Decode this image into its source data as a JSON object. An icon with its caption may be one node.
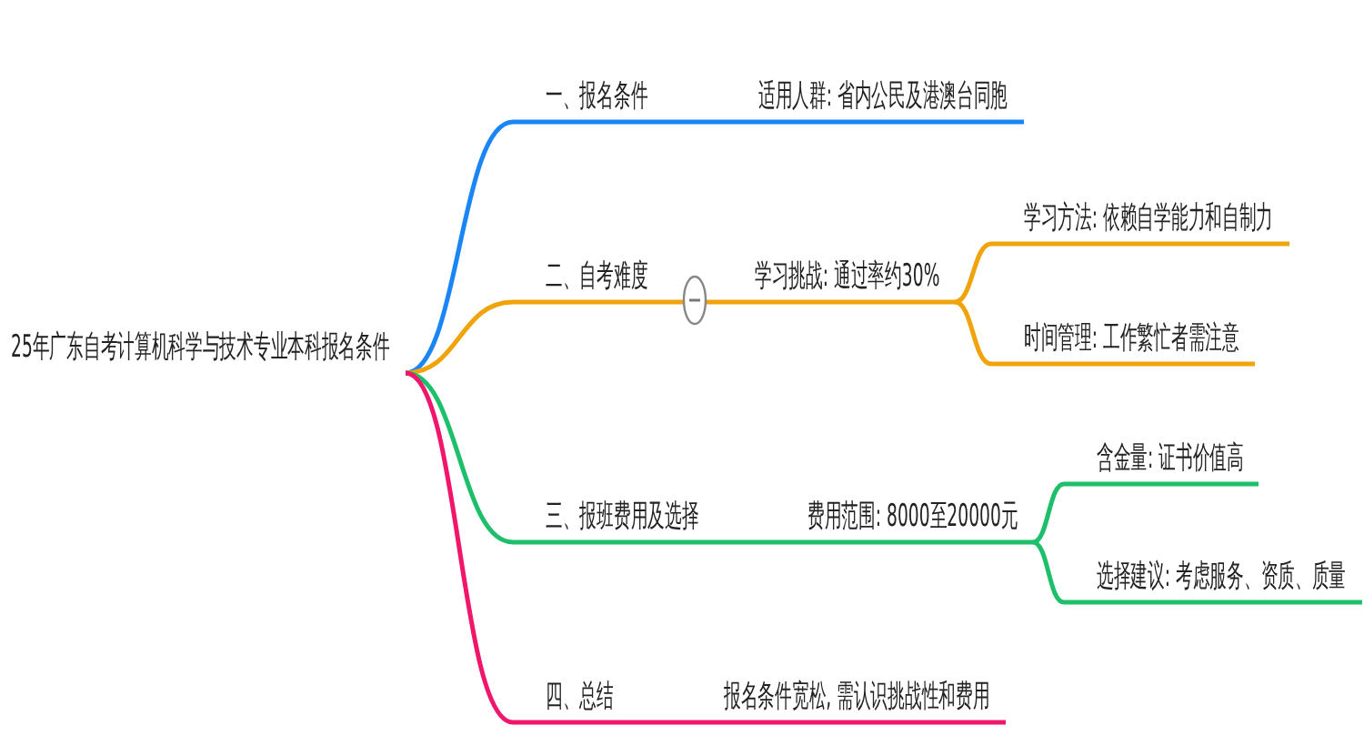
{
  "diagram": {
    "nodes": [
      {
        "text": [
          "25年广东自考计算机科学与技术专业本科报名条件"
        ]
      },
      {
        "text": [
          "一、报名条件"
        ]
      },
      {
        "text": [
          "适用人群: 省内公民及港澳台同胞"
        ]
      },
      {
        "text": [
          "二、自考难度"
        ]
      },
      {
        "text": [
          "学习挑战: 通过率约30%"
        ]
      },
      {
        "text": [
          "学习方法: 依赖自学能力和自制力"
        ]
      },
      {
        "text": [
          "时间管理: 工作繁忙者需注意"
        ]
      },
      {
        "text": [
          "三、报班费用及选择"
        ]
      },
      {
        "text": [
          "费用范围: 8000至20000元"
        ]
      },
      {
        "text": [
          "含金量: 证书价值高"
        ]
      },
      {
        "text": [
          "选择建议: 考虑服务、资质、质量"
        ]
      },
      {
        "text": [
          "四、总结"
        ]
      },
      {
        "text": [
          "报名条件宽松, 需认识挑战性和费用"
        ]
      }
    ],
    "edges": [
      {
        "from": 0,
        "to": 1,
        "arrow": "none",
        "color": "#1a86f5"
      },
      {
        "from": 1,
        "to": 2,
        "arrow": "none",
        "color": "#1a86f5"
      },
      {
        "from": 0,
        "to": 3,
        "arrow": "none",
        "color": "#f0a30a"
      },
      {
        "from": 3,
        "to": 4,
        "arrow": "none",
        "color": "#f0a30a"
      },
      {
        "from": 4,
        "to": 5,
        "arrow": "none",
        "color": "#f0a30a"
      },
      {
        "from": 4,
        "to": 6,
        "arrow": "none",
        "color": "#f0a30a"
      },
      {
        "from": 0,
        "to": 7,
        "arrow": "none",
        "color": "#1dbf6a"
      },
      {
        "from": 7,
        "to": 8,
        "arrow": "none",
        "color": "#1dbf6a"
      },
      {
        "from": 8,
        "to": 9,
        "arrow": "none",
        "color": "#1dbf6a"
      },
      {
        "from": 8,
        "to": 10,
        "arrow": "none",
        "color": "#1dbf6a"
      },
      {
        "from": 0,
        "to": 11,
        "arrow": "none",
        "color": "#f0166b"
      },
      {
        "from": 11,
        "to": 12,
        "arrow": "none",
        "color": "#f0166b"
      }
    ]
  }
}
